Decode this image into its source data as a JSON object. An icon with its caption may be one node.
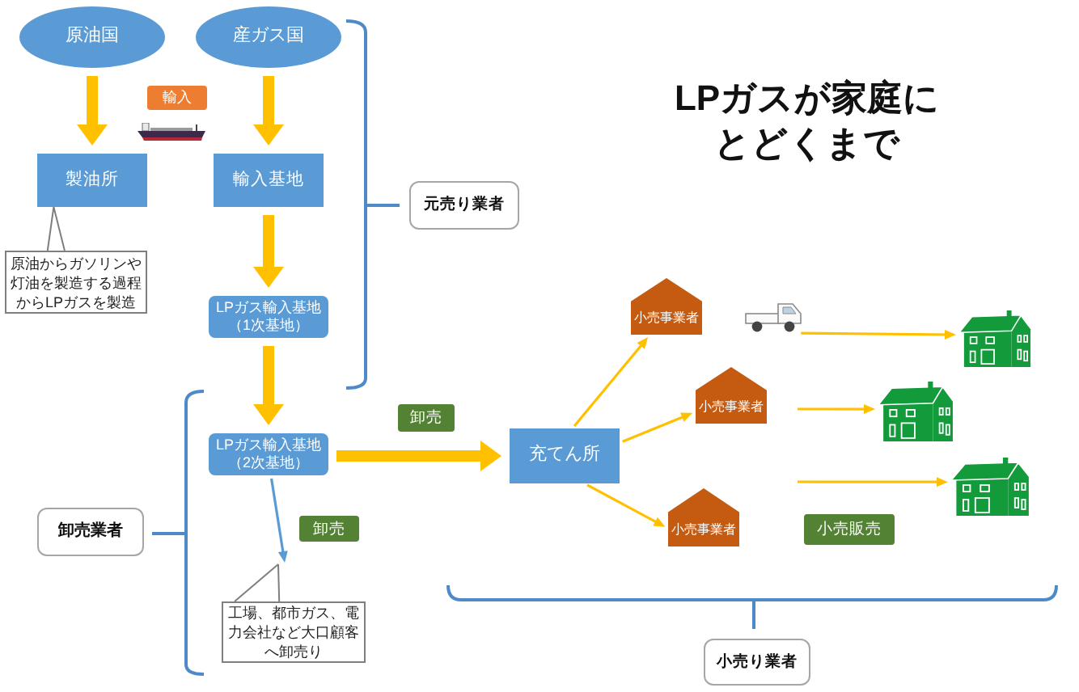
{
  "diagram": {
    "title": "LPガスが家庭にとどくまで",
    "nodes": [
      {
        "text": [
          "原油国"
        ]
      },
      {
        "text": [
          "産ガス国"
        ]
      },
      {
        "text": [
          "製油所"
        ]
      },
      {
        "text": [
          "輸入基地"
        ]
      },
      {
        "text": [
          "原油からガソリンや灯油を製造する過程からLPガスを製造"
        ]
      },
      {
        "text": [
          "LPガス輸入基地（1次基地）"
        ]
      },
      {
        "text": [
          "LPガス輸入基地（2次基地）"
        ]
      },
      {
        "text": [
          "充てん所"
        ]
      },
      {
        "text": [
          "小売事業者"
        ]
      },
      {
        "text": [
          "小売事業者"
        ]
      },
      {
        "text": [
          "小売事業者"
        ]
      },
      {
        "text": [
          "工場、都市ガス、電力会社など大口顧客へ卸売り"
        ]
      },
      {
        "text": [
          "輸入"
        ]
      },
      {
        "text": [
          "小売販売"
        ]
      },
      {
        "text": [
          "元売り業者"
        ]
      },
      {
        "text": [
          "卸売業者"
        ]
      },
      {
        "text": [
          "小売り業者"
        ]
      },
      {
        "text": [],
        "shape": "truck"
      },
      {
        "text": [],
        "shape": "house"
      },
      {
        "text": [],
        "shape": "house"
      },
      {
        "text": [],
        "shape": "house"
      }
    ],
    "edges": [
      {
        "from": 0,
        "to": 2,
        "arrow": "to",
        "style": "thick"
      },
      {
        "from": 1,
        "to": 3,
        "arrow": "to",
        "style": "thick"
      },
      {
        "from": 3,
        "to": 5,
        "arrow": "to",
        "style": "thick"
      },
      {
        "from": 5,
        "to": 6,
        "arrow": "to",
        "style": "thick"
      },
      {
        "from": 6,
        "to": 7,
        "arrow": "to",
        "style": "thick",
        "label": "卸売"
      },
      {
        "from": 6,
        "to": null,
        "arrow": "to",
        "color": "#5b9bd5",
        "label": "卸売"
      },
      {
        "from": 7,
        "to": 8,
        "arrow": "to"
      },
      {
        "from": 7,
        "to": 9,
        "arrow": "to"
      },
      {
        "from": 7,
        "to": 10,
        "arrow": "to"
      },
      {
        "from": 17,
        "to": 18,
        "arrow": "to"
      },
      {
        "from": null,
        "to": 19,
        "arrow": "to"
      },
      {
        "from": null,
        "to": 20,
        "arrow": "to"
      },
      {
        "from": 4,
        "to": 2,
        "arrow": "none",
        "color": "#7f7f7f"
      },
      {
        "from": 11,
        "to": null,
        "arrow": "none",
        "color": "#7f7f7f"
      }
    ]
  }
}
